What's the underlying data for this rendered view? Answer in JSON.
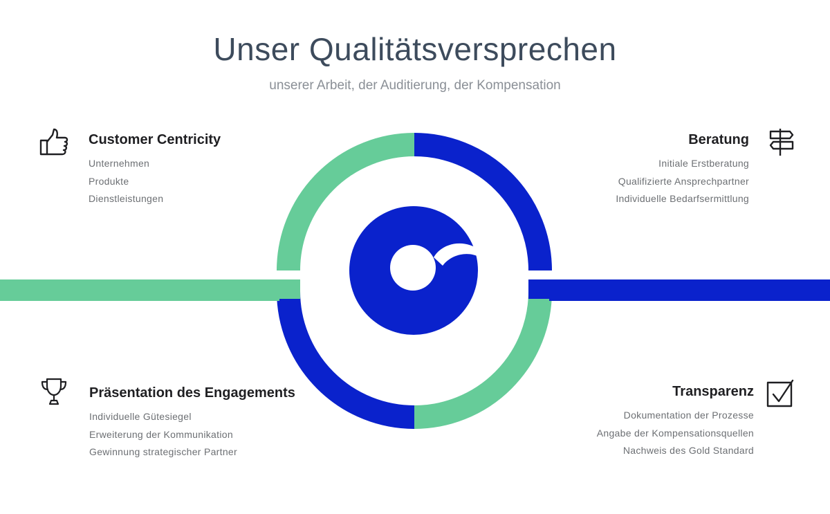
{
  "header": {
    "title": "Unser Qualitätsversprechen",
    "subtitle": "unserer Arbeit, der Auditierung, der Kompensation"
  },
  "colors": {
    "green": "#66cc99",
    "blue": "#0a22cc",
    "title": "#3d4b5c",
    "text": "#6c6f73"
  },
  "sections": {
    "customer": {
      "icon": "thumbs-up-icon",
      "title": "Customer Centricity",
      "items": [
        "Unternehmen",
        "Produkte",
        "Dienstleistungen"
      ]
    },
    "beratung": {
      "icon": "signpost-icon",
      "title": "Beratung",
      "items": [
        "Initiale Erstberatung",
        "Qualifizierte Ansprechpartner",
        "Individuelle Bedarfsermittlung"
      ]
    },
    "praesentation": {
      "icon": "trophy-icon",
      "title": "Präsentation des Engagements",
      "items": [
        "Individuelle Gütesiegel",
        "Erweiterung der Kommunikation",
        "Gewinnung strategischer Partner"
      ]
    },
    "transparenz": {
      "icon": "checkbox-icon",
      "title": "Transparenz",
      "items": [
        "Dokumentation der Prozesse",
        "Angabe der Kompensationsquellen",
        "Nachweis des Gold Standard"
      ]
    }
  }
}
